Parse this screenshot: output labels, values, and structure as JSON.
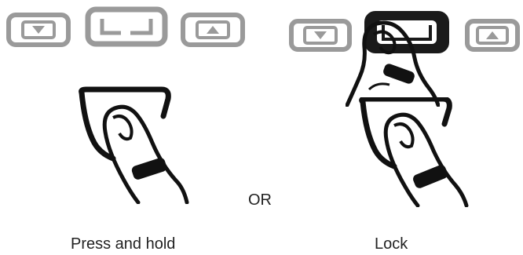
{
  "left_panel": {
    "buttons": [
      "down-arrow",
      "enter",
      "up-arrow"
    ],
    "caption": "Press and hold"
  },
  "separator": {
    "text": "OR"
  },
  "right_panel": {
    "buttons": [
      "down-arrow",
      "enter",
      "up-arrow"
    ],
    "caption": "Lock"
  },
  "colors": {
    "button_gray": "#9a9a9a",
    "button_dark": "#1a1a1a",
    "ink": "#111111"
  }
}
